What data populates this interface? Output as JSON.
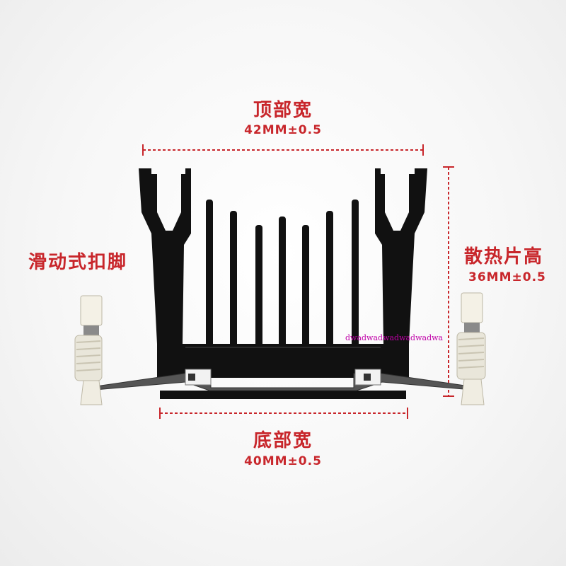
{
  "labels": {
    "top_title": "顶部宽",
    "top_dim": "42MM±0.5",
    "bottom_title": "底部宽",
    "bottom_dim": "40MM±0.5",
    "height_title": "散热片高",
    "height_dim": "36MM±0.5",
    "slide_foot": "滑动式扣脚",
    "watermark": "dwadwadwadwadwadwa"
  },
  "colors": {
    "accent": "#c8262b",
    "heatsink": "#111111",
    "watermark": "#c000a8"
  },
  "icons": [
    "heatsink-image",
    "plastic-pin-icon",
    "metal-clip-icon"
  ]
}
